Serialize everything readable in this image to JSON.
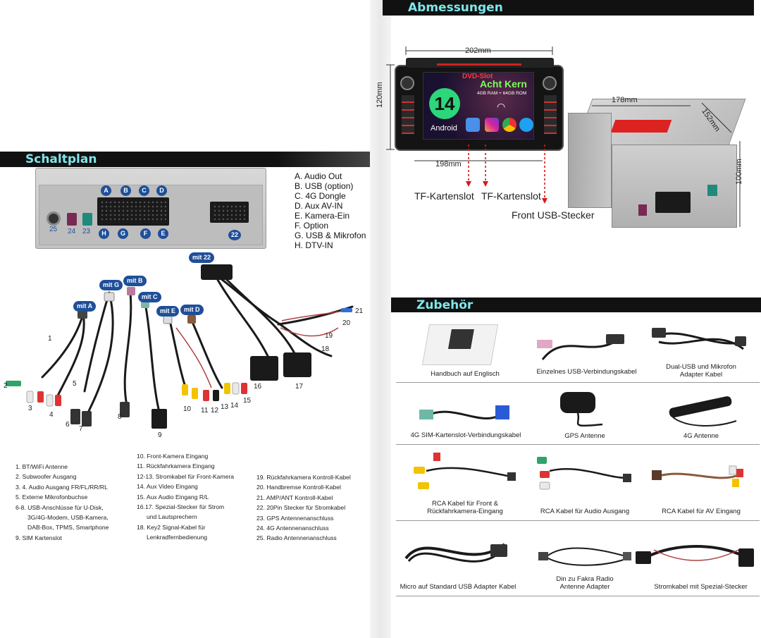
{
  "schaltplan": {
    "title": "Schaltplan",
    "connector_letters": [
      "A",
      "B",
      "C",
      "D"
    ],
    "connector_letters_lower": [
      "H",
      "G",
      "F",
      "E"
    ],
    "port_numbers": [
      "25",
      "24",
      "23",
      "22"
    ],
    "legend": [
      "A. Audio Out",
      "B. USB (option)",
      "C. 4G Dongle",
      "D. Aux AV-IN",
      "E. Kamera-Ein",
      "F. Option",
      "G. USB & Mikrofon",
      "H. DTV-IN"
    ],
    "cable_tags": [
      "mit 22",
      "mit G",
      "mit B",
      "mit A",
      "mit C",
      "mit E",
      "mit D"
    ],
    "cable_numbers": [
      "1",
      "2",
      "3",
      "4",
      "5",
      "6",
      "7",
      "8",
      "9",
      "10",
      "11",
      "12",
      "13",
      "14",
      "15",
      "16",
      "17",
      "18",
      "19",
      "20",
      "21"
    ],
    "list_col1": [
      "1. BT/WiFi Antenne",
      "2. Subwoofer Ausgang",
      "3. 4. Audio Ausgang FR/FL/RR/RL",
      "5. Externe Mikrofonbuchse",
      "6-8. USB-Anschlüsse für U-Disk,",
      "3G/4G-Modem, USB-Kamera,",
      "DAB-Box, TPMS, Smartphone",
      "9. SIM Kartenslot"
    ],
    "list_col2": [
      "10. Front-Kamera Eingang",
      "11. Rückfahrkamera Eingang",
      "12-13. Stromkabel für Front-Kamera",
      "14. Aux Video Eingang",
      "15. Aux Audio Eingang R/L",
      "16.17. Spezial-Stecker für Strom",
      "und Lautsprechern",
      "18. Key2 Signal-Kabel für",
      "Lenkradfernbedienung"
    ],
    "list_col3": [
      "19. Rückfahrkamera Kontroll-Kabel",
      "20. Handbremse Kontroll-Kabel",
      "21. AMP/ANT Kontroll-Kabel",
      "22. 20Pin Stecker für Stromkabel",
      "23. GPS Antennenanschluss",
      "24. 4G Antennenanschluss",
      "25. Radio Antennenanschluss"
    ]
  },
  "abmessungen": {
    "title": "Abmessungen",
    "width_top": "202mm",
    "width_bottom": "198mm",
    "height_front": "120mm",
    "depth": "178mm",
    "width_back": "152mm",
    "height_back": "100mm",
    "screen": {
      "dvd_slot": "DVD-Slot",
      "cpu": "Acht Kern",
      "memory": "4GB RAM + 64GB ROM",
      "android_version": "14",
      "android_label": "Android"
    },
    "tf_slot_1": "TF-Kartenslot",
    "tf_slot_2": "TF-Kartenslot",
    "front_usb": "Front USB-Stecker"
  },
  "zubehoer": {
    "title": "Zubehör",
    "items": [
      "Handbuch auf Englisch",
      "Einzelnes USB-Verbindungskabel",
      "Dual-USB und Mikrofon Adapter Kabel",
      "4G SIM-Kartenslot-Verbindungskabel",
      "GPS Antenne",
      "4G Antenne",
      "RCA Kabel für Front & Rückfahrkamera-Eingang",
      "RCA Kabel für Audio Ausgang",
      "RCA Kabel für AV Eingang",
      "Micro auf Standard USB Adapter Kabel",
      "Din zu Fakra Radio Antenne Adapter",
      "Stromkabel mit Spezial-Stecker"
    ]
  },
  "colors": {
    "bar": "#111111",
    "bar_text": "#7fe6ea",
    "badge": "#1f4f99",
    "arrow": "#d11a1a"
  }
}
